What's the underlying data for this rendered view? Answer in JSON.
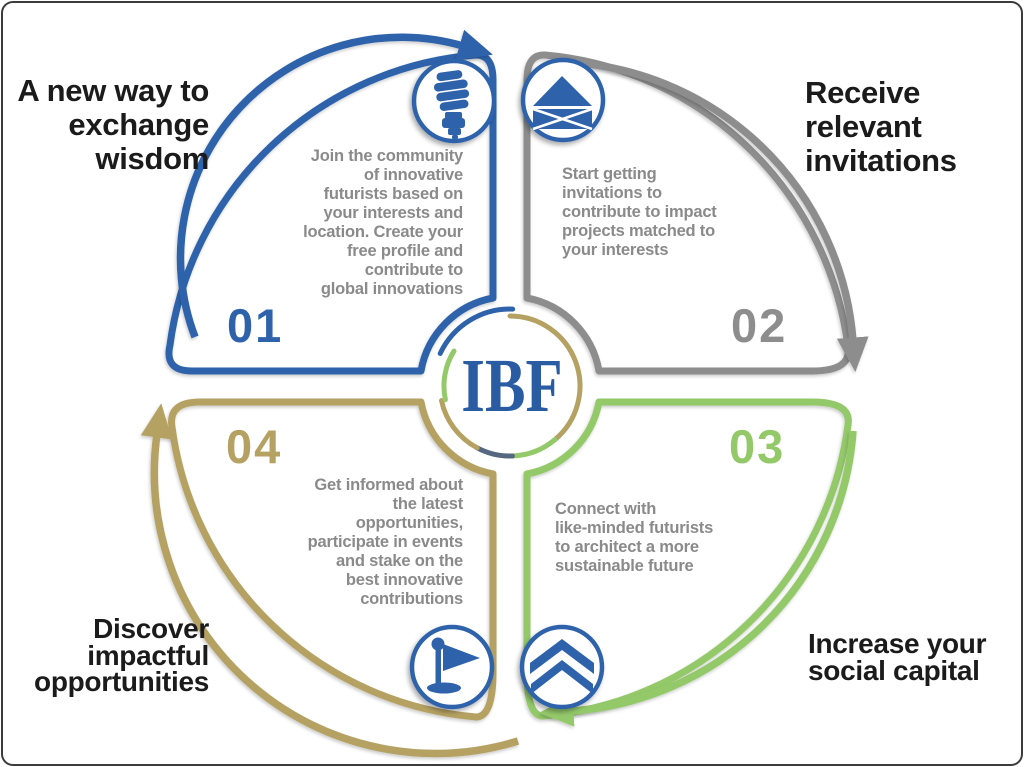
{
  "canvas": {
    "background": "#ffffff",
    "frame_color": "#3c3c3c"
  },
  "logo": {
    "text": "IBF",
    "color": "#2a5ca3",
    "ring_colors": {
      "blue": "#2e63ac",
      "tan": "#b5a263",
      "slate": "#55687f",
      "green": "#94c96a"
    }
  },
  "colors": {
    "icon_blue": "#2e63ac",
    "heading_text": "#1b1b1b",
    "body_text": "#8a8a8a",
    "icon_circle_bg": "#ffffff"
  },
  "steps": [
    {
      "number": "01",
      "color": "#2e63ac",
      "title": "A new way to\nexchange\nwisdom",
      "description": "Join the community\nof innovative\nfuturists based on\nyour interests and\nlocation. Create your\nfree profile and\ncontribute to\nglobal innovations",
      "icon": "cfl-bulb-icon"
    },
    {
      "number": "02",
      "color": "#8d8d8d",
      "title": "Receive relevant\ninvitations",
      "description": "Start getting\ninvitations to\ncontribute to impact\nprojects matched to\nyour interests",
      "icon": "open-envelope-icon"
    },
    {
      "number": "03",
      "color": "#94c96a",
      "title": "Increase your\nsocial capital",
      "description": "Connect with\nlike-minded futurists\nto architect a more\nsustainable future",
      "icon": "double-chevron-up-icon"
    },
    {
      "number": "04",
      "color": "#b5a263",
      "title": "Discover\nimpactful\nopportunities",
      "description": "Get informed about\nthe latest\nopportunities,\nparticipate in events\nand stake on the\nbest innovative\ncontributions",
      "icon": "flag-icon"
    }
  ]
}
